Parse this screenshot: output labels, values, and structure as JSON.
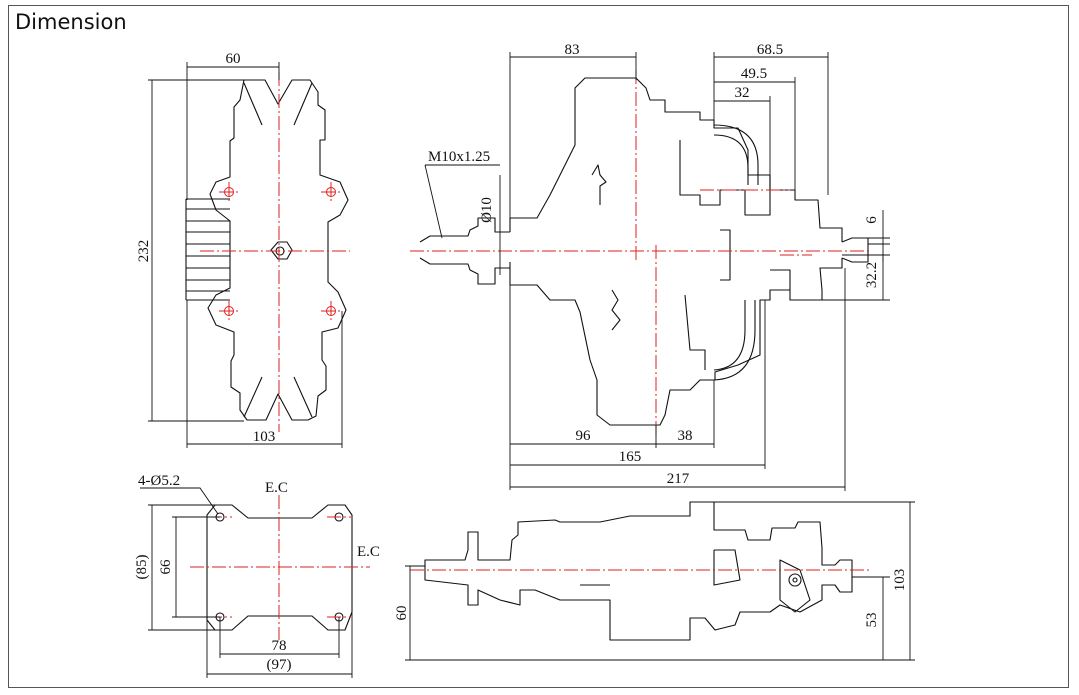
{
  "title": "Dimension",
  "views": {
    "front": {
      "width": "60",
      "height": "232",
      "overall_width": "103"
    },
    "side": {
      "d83": "83",
      "d68_5": "68.5",
      "d49_5": "49.5",
      "d32": "32",
      "thread": "M10x1.25",
      "dia": "Ø10",
      "d6": "6",
      "d32_2": "32.2",
      "d96": "96",
      "d38": "38",
      "d165": "165",
      "d217": "217"
    },
    "mount": {
      "holes": "4-Ø5.2",
      "ec_top": "E.C",
      "ec_right": "E.C",
      "d85": "(85)",
      "d66": "66",
      "d78": "78",
      "d97": "(97)"
    },
    "bottom": {
      "d60": "60",
      "d53": "53",
      "d103": "103"
    }
  }
}
